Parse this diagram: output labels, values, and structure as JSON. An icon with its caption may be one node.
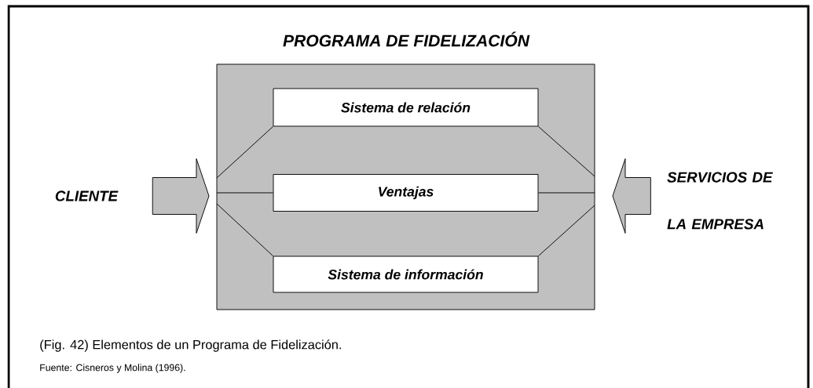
{
  "diagram": {
    "title": "PROGRAMA DE FIDELIZACIÓN",
    "caption": "(Fig. 42) Elementos de un Programa de Fidelización.",
    "nodes": [
      {
        "text": [],
        "shape": "box"
      },
      {
        "text": [
          "Sistema de relación"
        ],
        "in": 0
      },
      {
        "text": [
          "Ventajas"
        ],
        "in": 0
      },
      {
        "text": [
          "Sistema de información"
        ],
        "in": 0
      },
      {
        "text": [
          "CLIENTE"
        ]
      },
      {
        "text": [
          "SERVICIOS DE LA EMPRESA"
        ]
      }
    ],
    "edges": [
      {
        "from": 0,
        "to": 1,
        "arrow": "none"
      },
      {
        "from": 0,
        "to": 2,
        "arrow": "none"
      },
      {
        "from": 0,
        "to": 3,
        "arrow": "none"
      },
      {
        "from": 1,
        "to": 0,
        "arrow": "none"
      },
      {
        "from": 2,
        "to": 0,
        "arrow": "none"
      },
      {
        "from": 3,
        "to": 0,
        "arrow": "none"
      },
      {
        "from": 4,
        "to": 0,
        "arrow": "to",
        "style": "thick"
      },
      {
        "from": 5,
        "to": 0,
        "arrow": "to",
        "style": "thick"
      }
    ],
    "labels": [
      "Fuente: Cisneros y Molina (1996)."
    ]
  }
}
